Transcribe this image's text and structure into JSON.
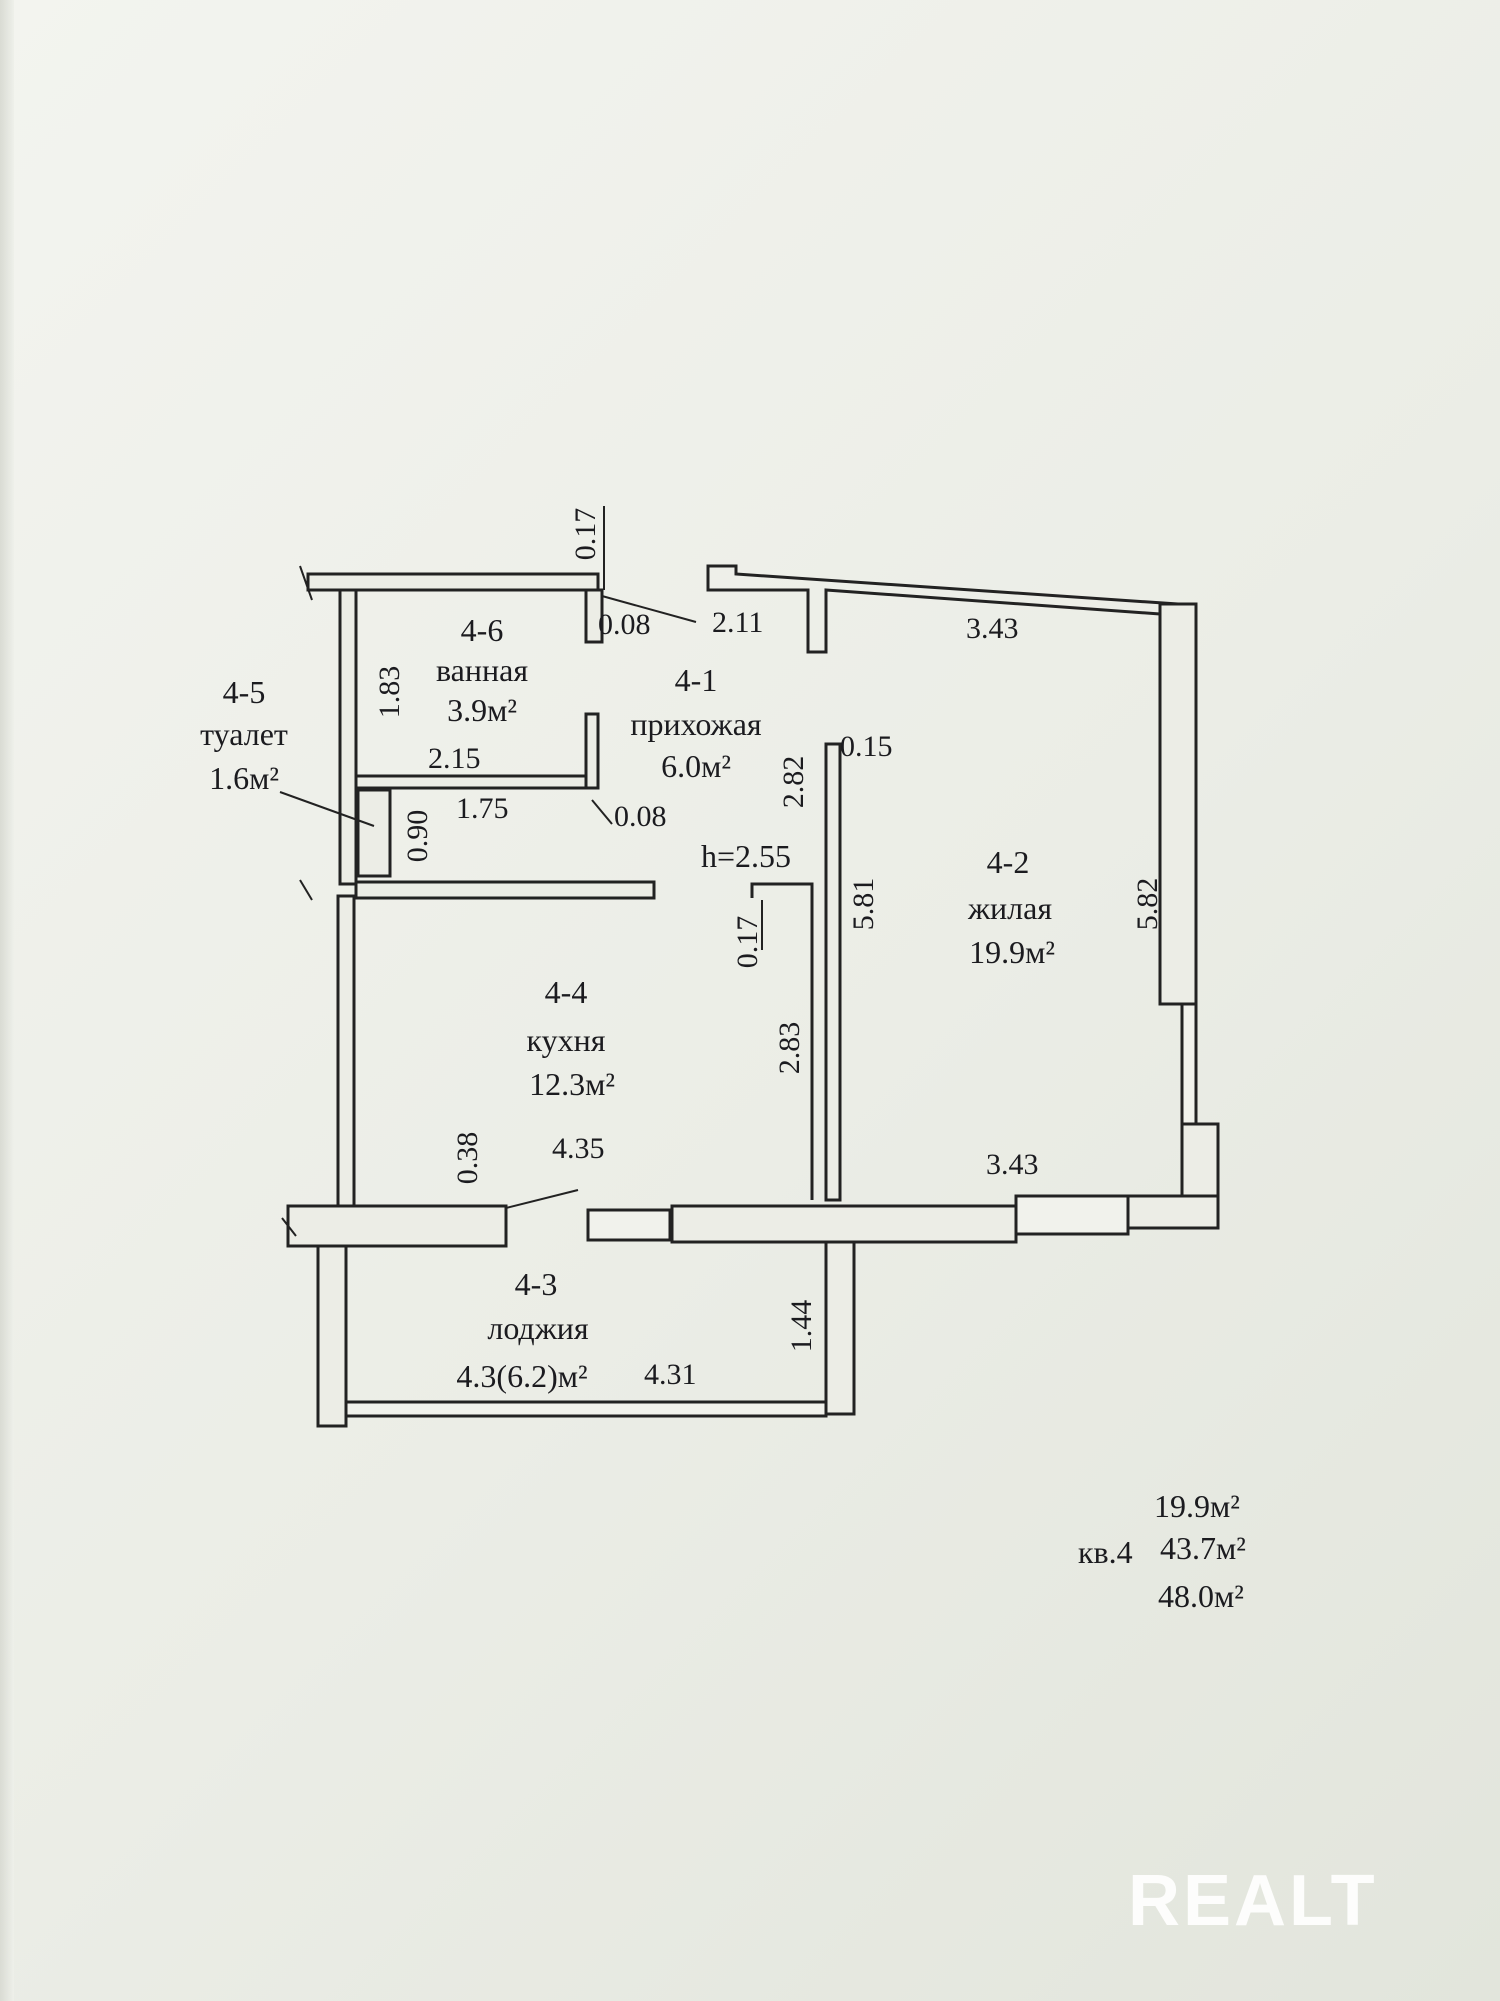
{
  "rooms": {
    "bathroom": {
      "number": "4-6",
      "name": "ванная",
      "area": "3.9м²"
    },
    "hallway": {
      "number": "4-1",
      "name": "прихожая",
      "area": "6.0м²",
      "height": "h=2.55"
    },
    "toilet": {
      "number": "4-5",
      "name": "туалет",
      "area": "1.6м²"
    },
    "living": {
      "number": "4-2",
      "name": "жилая",
      "area": "19.9м²"
    },
    "kitchen": {
      "number": "4-4",
      "name": "кухня",
      "area": "12.3м²"
    },
    "loggia": {
      "number": "4-3",
      "name": "лоджия",
      "area": "4.3(6.2)м²"
    }
  },
  "dimensions": {
    "d_017_top": "0.17",
    "d_008_a": "0.08",
    "d_211": "2.11",
    "d_343_top": "3.43",
    "d_183": "1.83",
    "d_215": "2.15",
    "d_175": "1.75",
    "d_090": "0.90",
    "d_008_b": "0.08",
    "d_282": "2.82",
    "d_015": "0.15",
    "d_581": "5.81",
    "d_582": "5.82",
    "d_017_mid": "0.17",
    "d_283": "2.83",
    "d_038": "0.38",
    "d_435": "4.35",
    "d_343_bottom": "3.43",
    "d_144": "1.44",
    "d_431": "4.31"
  },
  "summary": {
    "apartment": "кв.4",
    "living_area": "19.9м²",
    "total_area": "43.7м²",
    "total_with_loggia": "48.0м²"
  },
  "watermark": "REALT"
}
